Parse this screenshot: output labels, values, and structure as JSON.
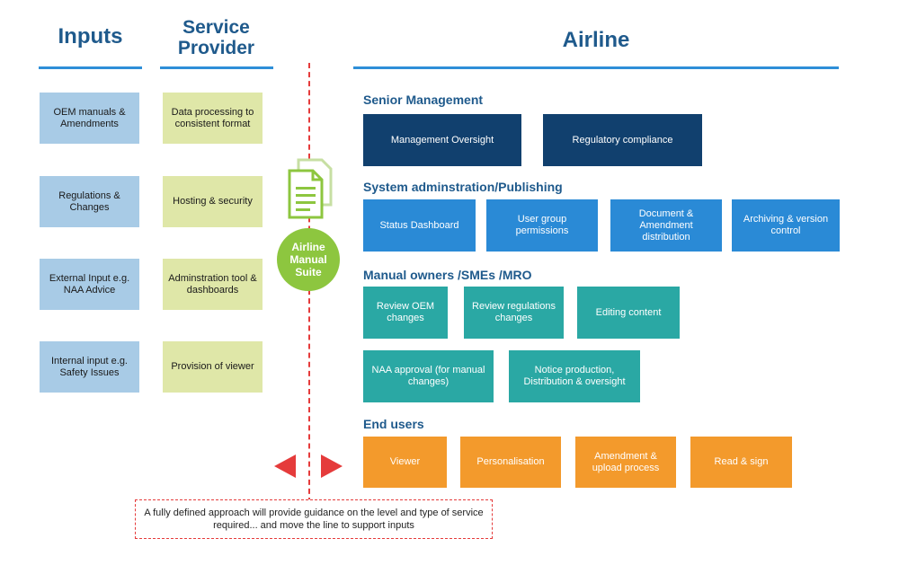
{
  "headers": {
    "inputs": "Inputs",
    "service_provider": "Service Provider",
    "airline": "Airline"
  },
  "inputs": [
    "OEM manuals & Amendments",
    "Regulations & Changes",
    "External Input e.g. NAA Advice",
    "Internal input e.g. Safety Issues"
  ],
  "service": [
    "Data processing to consistent format",
    "Hosting & security",
    "Adminstration tool & dashboards",
    "Provision of viewer"
  ],
  "center": {
    "label": "Airline Manual Suite",
    "icon": "document-stack-icon"
  },
  "sections": {
    "senior": "Senior Management",
    "system": "System adminstration/Publishing",
    "manual": "Manual owners /SMEs /MRO",
    "end": "End users"
  },
  "senior_boxes": [
    "Management Oversight",
    "Regulatory compliance"
  ],
  "system_boxes": [
    "Status Dashboard",
    "User group permissions",
    "Document & Amendment distribution",
    "Archiving & version control"
  ],
  "manual_boxes": [
    "Review OEM changes",
    "Review regulations changes",
    "Editing content",
    "NAA approval (for manual changes)",
    "Notice production, Distribution & oversight"
  ],
  "end_boxes": [
    "Viewer",
    "Personalisation",
    "Amendment & upload process",
    "Read & sign"
  ],
  "note": "A fully defined approach will provide guidance on the level and type of service required... and move the line to support inputs",
  "colors": {
    "heading": "#1f5a8c",
    "rule": "#2e8fd8",
    "inputs": "#a8cbe6",
    "service": "#dfe7a8",
    "senior": "#11406e",
    "system": "#2a8ad6",
    "manual": "#2aa8a4",
    "end": "#f39a2c",
    "divider": "#e53b3b",
    "suite": "#8dc63f"
  }
}
